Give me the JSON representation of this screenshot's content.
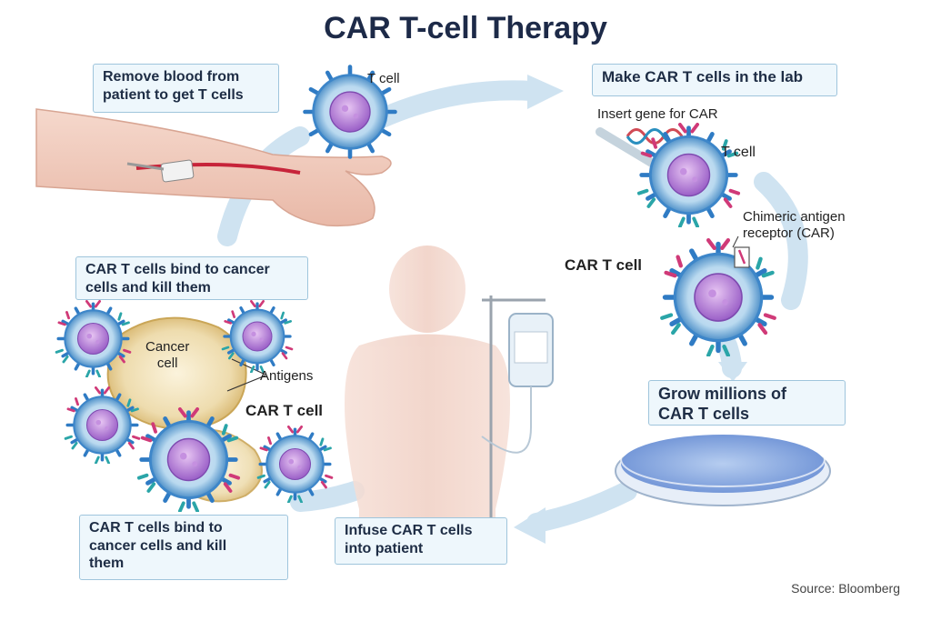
{
  "title": "CAR T-cell Therapy",
  "steps": {
    "remove_blood": "Remove blood from\npatient to get T cells",
    "make_lab": "Make CAR T cells in the lab",
    "grow": "Grow millions of\nCAR T cells",
    "infuse": "Infuse CAR T cells\ninto patient",
    "bind_upper": "CAR T cells bind to cancer\ncells and kill them",
    "bind_lower": "CAR T cells bind to\ncancer cells and kill\nthem"
  },
  "labels": {
    "t_cell_top": "T cell",
    "insert_gene": "Insert gene for CAR",
    "t_cell_lab": "T cell",
    "car_receptor": "Chimeric antigen\nreceptor (CAR)",
    "car_t_cell_lab": "CAR T cell",
    "cancer_cell": "Cancer\ncell",
    "antigens": "Antigens",
    "car_t_cell_bottom": "CAR T cell"
  },
  "source": "Source: Bloomberg",
  "colors": {
    "title": "#1d2a48",
    "box_fill": "#eef7fc",
    "box_border": "#9fc5dc",
    "arrow": "#cfe3f1"
  }
}
